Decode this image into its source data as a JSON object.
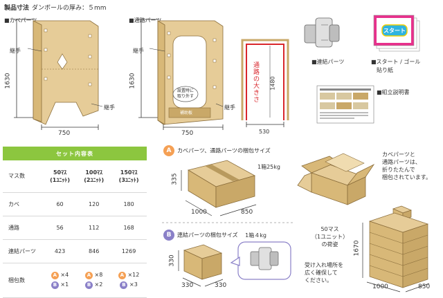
{
  "header": {
    "title": "製品寸法",
    "note": "ダンボールの厚み：５mm"
  },
  "kabe": {
    "label": "■カベパーツ",
    "joint_top": "継手",
    "joint_bottom": "継手",
    "height": "1630",
    "width": "750"
  },
  "tsuro": {
    "label": "■通路パーツ",
    "joint_top": "継手",
    "joint_bottom": "継手",
    "height": "1630",
    "width": "750",
    "bubble": [
      "設置時に",
      "取り外す"
    ],
    "plate": "補助板"
  },
  "passage": {
    "text": "通路の大きさ",
    "height": "1480",
    "width": "530"
  },
  "connector": {
    "label": "■連結パーツ"
  },
  "sticker": {
    "logo": "スタート",
    "label_line1": "■スタート / ゴール",
    "label_line2": "貼り紙"
  },
  "manual": {
    "label": "■組立説明書"
  },
  "set_table": {
    "title": "セット内容表",
    "row_label_header": "マス数",
    "columns": [
      {
        "main": "50ﾏｽ",
        "sub": "(1ﾕﾆｯﾄ)"
      },
      {
        "main": "100ﾏｽ",
        "sub": "(2ﾕﾆｯﾄ)"
      },
      {
        "main": "150ﾏｽ",
        "sub": "(3ﾕﾆｯﾄ)"
      }
    ],
    "rows": [
      {
        "label": "カベ",
        "values": [
          "60",
          "120",
          "180"
        ]
      },
      {
        "label": "通路",
        "values": [
          "56",
          "112",
          "168"
        ]
      },
      {
        "label": "連結パーツ",
        "values": [
          "423",
          "846",
          "1269"
        ]
      }
    ],
    "pack_label": "梱包数",
    "pack": [
      {
        "a": "×4",
        "b": "×1"
      },
      {
        "a": "×8",
        "b": "×2"
      },
      {
        "a": "×12",
        "b": "×3"
      }
    ],
    "badge_a": "A",
    "badge_b": "B"
  },
  "pack_a": {
    "badge": "A",
    "title": "カベパーツ、通路パーツの梱包サイズ",
    "weight": "1箱25kg",
    "h": "335",
    "w": "1000",
    "d": "850"
  },
  "pack_b": {
    "badge": "B",
    "title": "連結パーツの梱包サイズ",
    "weight": "1箱４kg",
    "h": "330",
    "w": "330",
    "d": "330"
  },
  "note_folded": [
    "カベパーツと",
    "通路パーツは、",
    "折りたたんで",
    "梱包されています。"
  ],
  "stack": {
    "caption": [
      "50マス",
      "（1ユニット）",
      "の荷姿"
    ],
    "h": "1670",
    "w": "1000",
    "d": "850"
  },
  "note_space": [
    "受け入れ場所を",
    "広く確保して",
    "ください。"
  ],
  "colors": {
    "green": "#8cc63f",
    "orange": "#f5a054",
    "purple": "#8a80c8",
    "cardboard": "#e6cc98",
    "red": "#d9262c"
  }
}
